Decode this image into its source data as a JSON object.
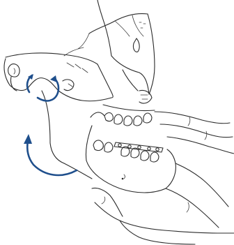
{
  "illustration": {
    "subject": "skull-mandible-hand-reduction",
    "colors": {
      "line": "#2a2a2a",
      "arrow": "#1f4f8c",
      "background": "#ffffff"
    },
    "arrows": [
      {
        "name": "condyle-rotation-arrow-left"
      },
      {
        "name": "condyle-rotation-arrow-right"
      },
      {
        "name": "mandible-rotation-arrow"
      }
    ]
  }
}
